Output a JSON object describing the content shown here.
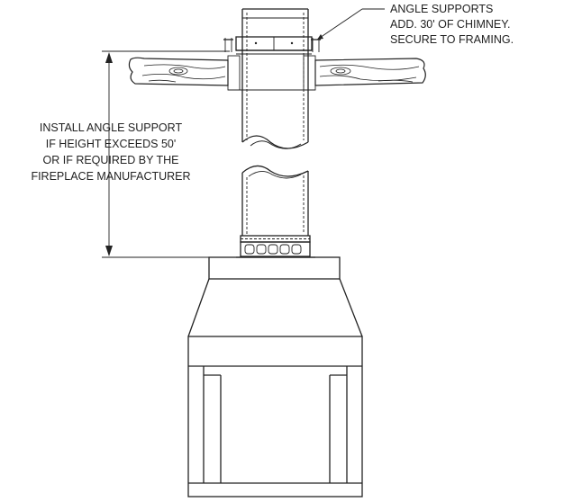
{
  "callouts": {
    "angle_supports": {
      "lines": [
        "ANGLE SUPPORTS",
        "ADD. 30' OF CHIMNEY.",
        "SECURE TO FRAMING."
      ]
    },
    "install_note": {
      "lines": [
        "INSTALL ANGLE SUPPORT",
        "IF HEIGHT EXCEEDS 50'",
        "OR IF REQUIRED BY THE",
        "FIREPLACE MANUFACTURER"
      ]
    }
  }
}
